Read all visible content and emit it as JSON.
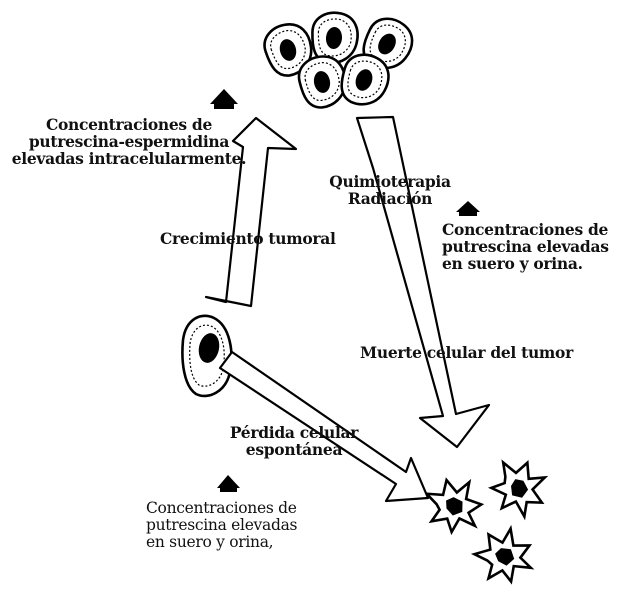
{
  "labels": {
    "intracellular": [
      "Concentraciones de",
      "putrescina-espermidina",
      "elevadas intracelularmente."
    ],
    "treatment": [
      "Quimioterapia",
      "Radiación"
    ],
    "serum_urine_treatment": [
      "Concentraciones de",
      "putrescina elevadas",
      "en suero y orina."
    ],
    "tumor_growth": "Crecimiento tumoral",
    "tumor_cell_death": "Muerte celular del tumor",
    "spontaneous_loss": [
      "Pérdida celular",
      "espontánea"
    ],
    "serum_urine_spontaneous": [
      "Concentraciones de",
      "putrescina elevadas",
      "en suero y orina,"
    ]
  },
  "colors": {
    "ink": "#000000",
    "background": "#ffffff"
  }
}
